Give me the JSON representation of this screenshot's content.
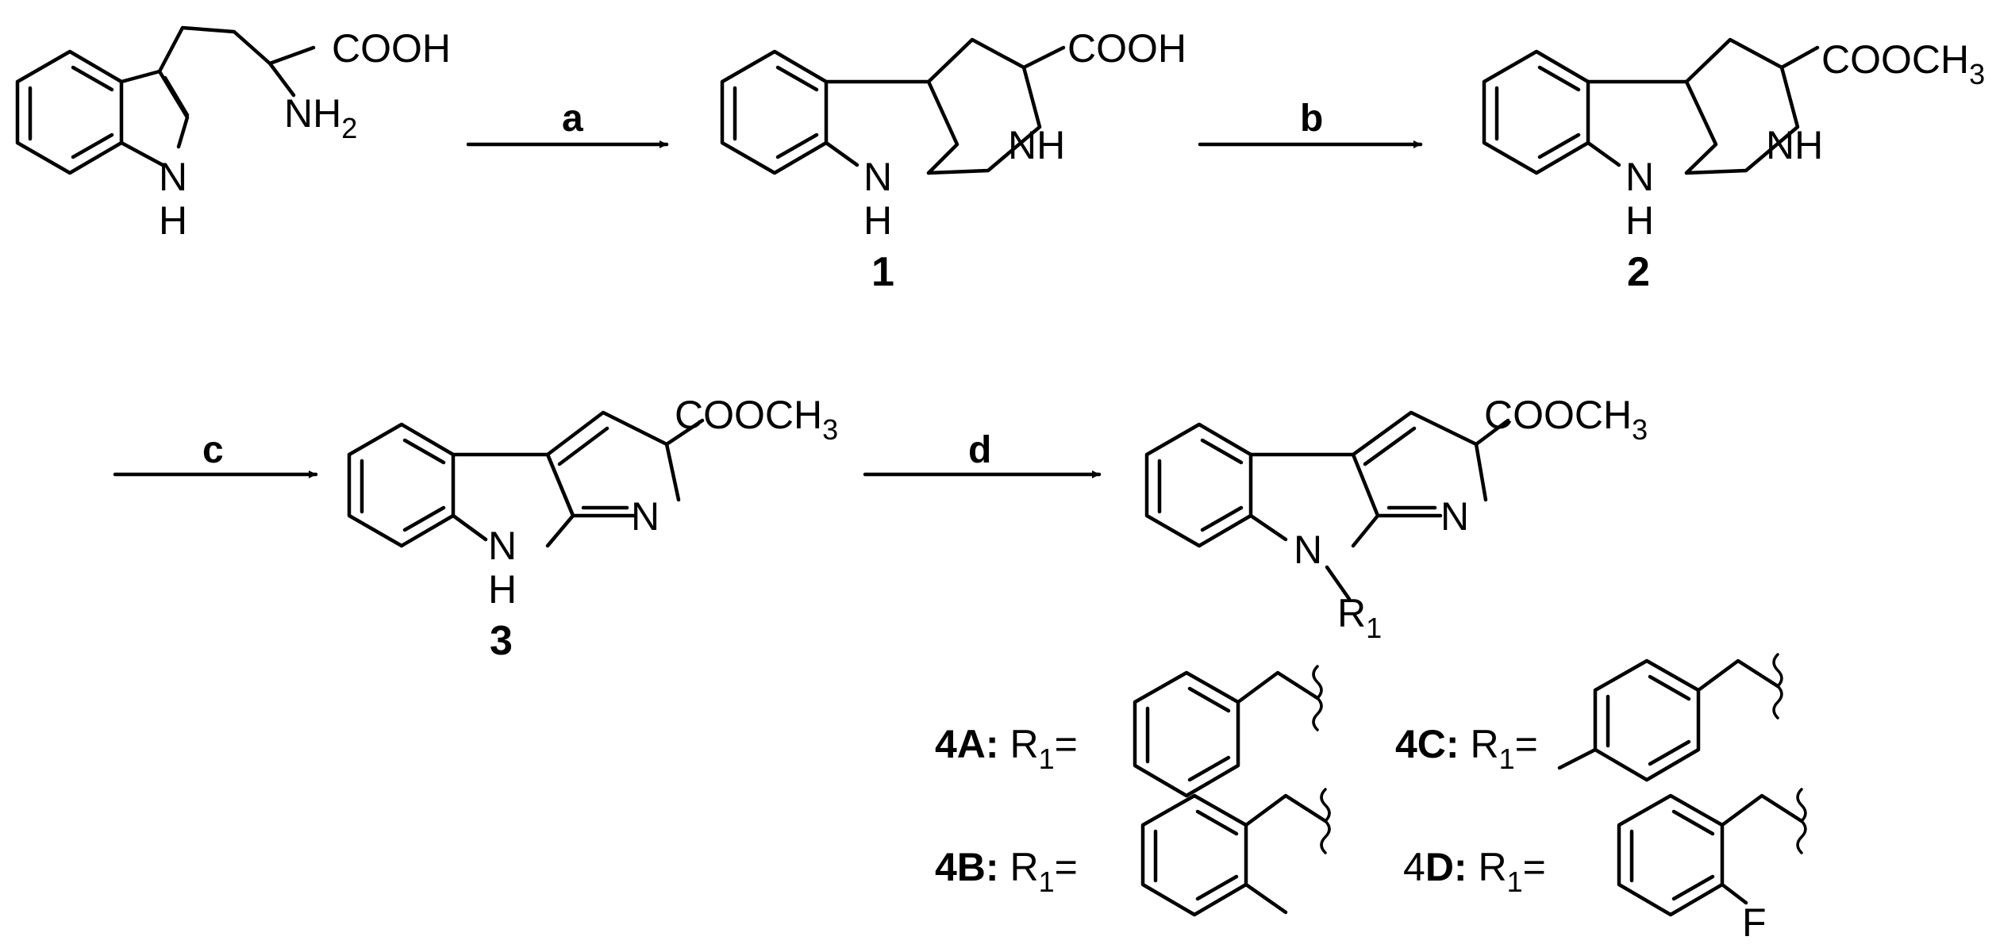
{
  "groups": {
    "cooh": "COOH",
    "nh2_n": "NH",
    "nh2_sub": "2",
    "nh": "NH",
    "n": "N",
    "h": "H",
    "ester": "COOCH",
    "ester_sub": "3",
    "r": "R",
    "r_sub": "1",
    "f": "F"
  },
  "steps": [
    "a",
    "b",
    "c",
    "d"
  ],
  "compounds": [
    "1",
    "2",
    "3"
  ],
  "substituents": [
    {
      "id": "4A:",
      "label": " R",
      "sub": "1",
      "eq": "="
    },
    {
      "id": "4B:",
      "label": " R",
      "sub": "1",
      "eq": "="
    },
    {
      "id": "4C:",
      "label": " R",
      "sub": "1",
      "eq": "="
    },
    {
      "id": "4D:",
      "prefix": "4",
      "bold_part": "D:",
      "label": " R",
      "sub": "1",
      "eq": "="
    }
  ]
}
